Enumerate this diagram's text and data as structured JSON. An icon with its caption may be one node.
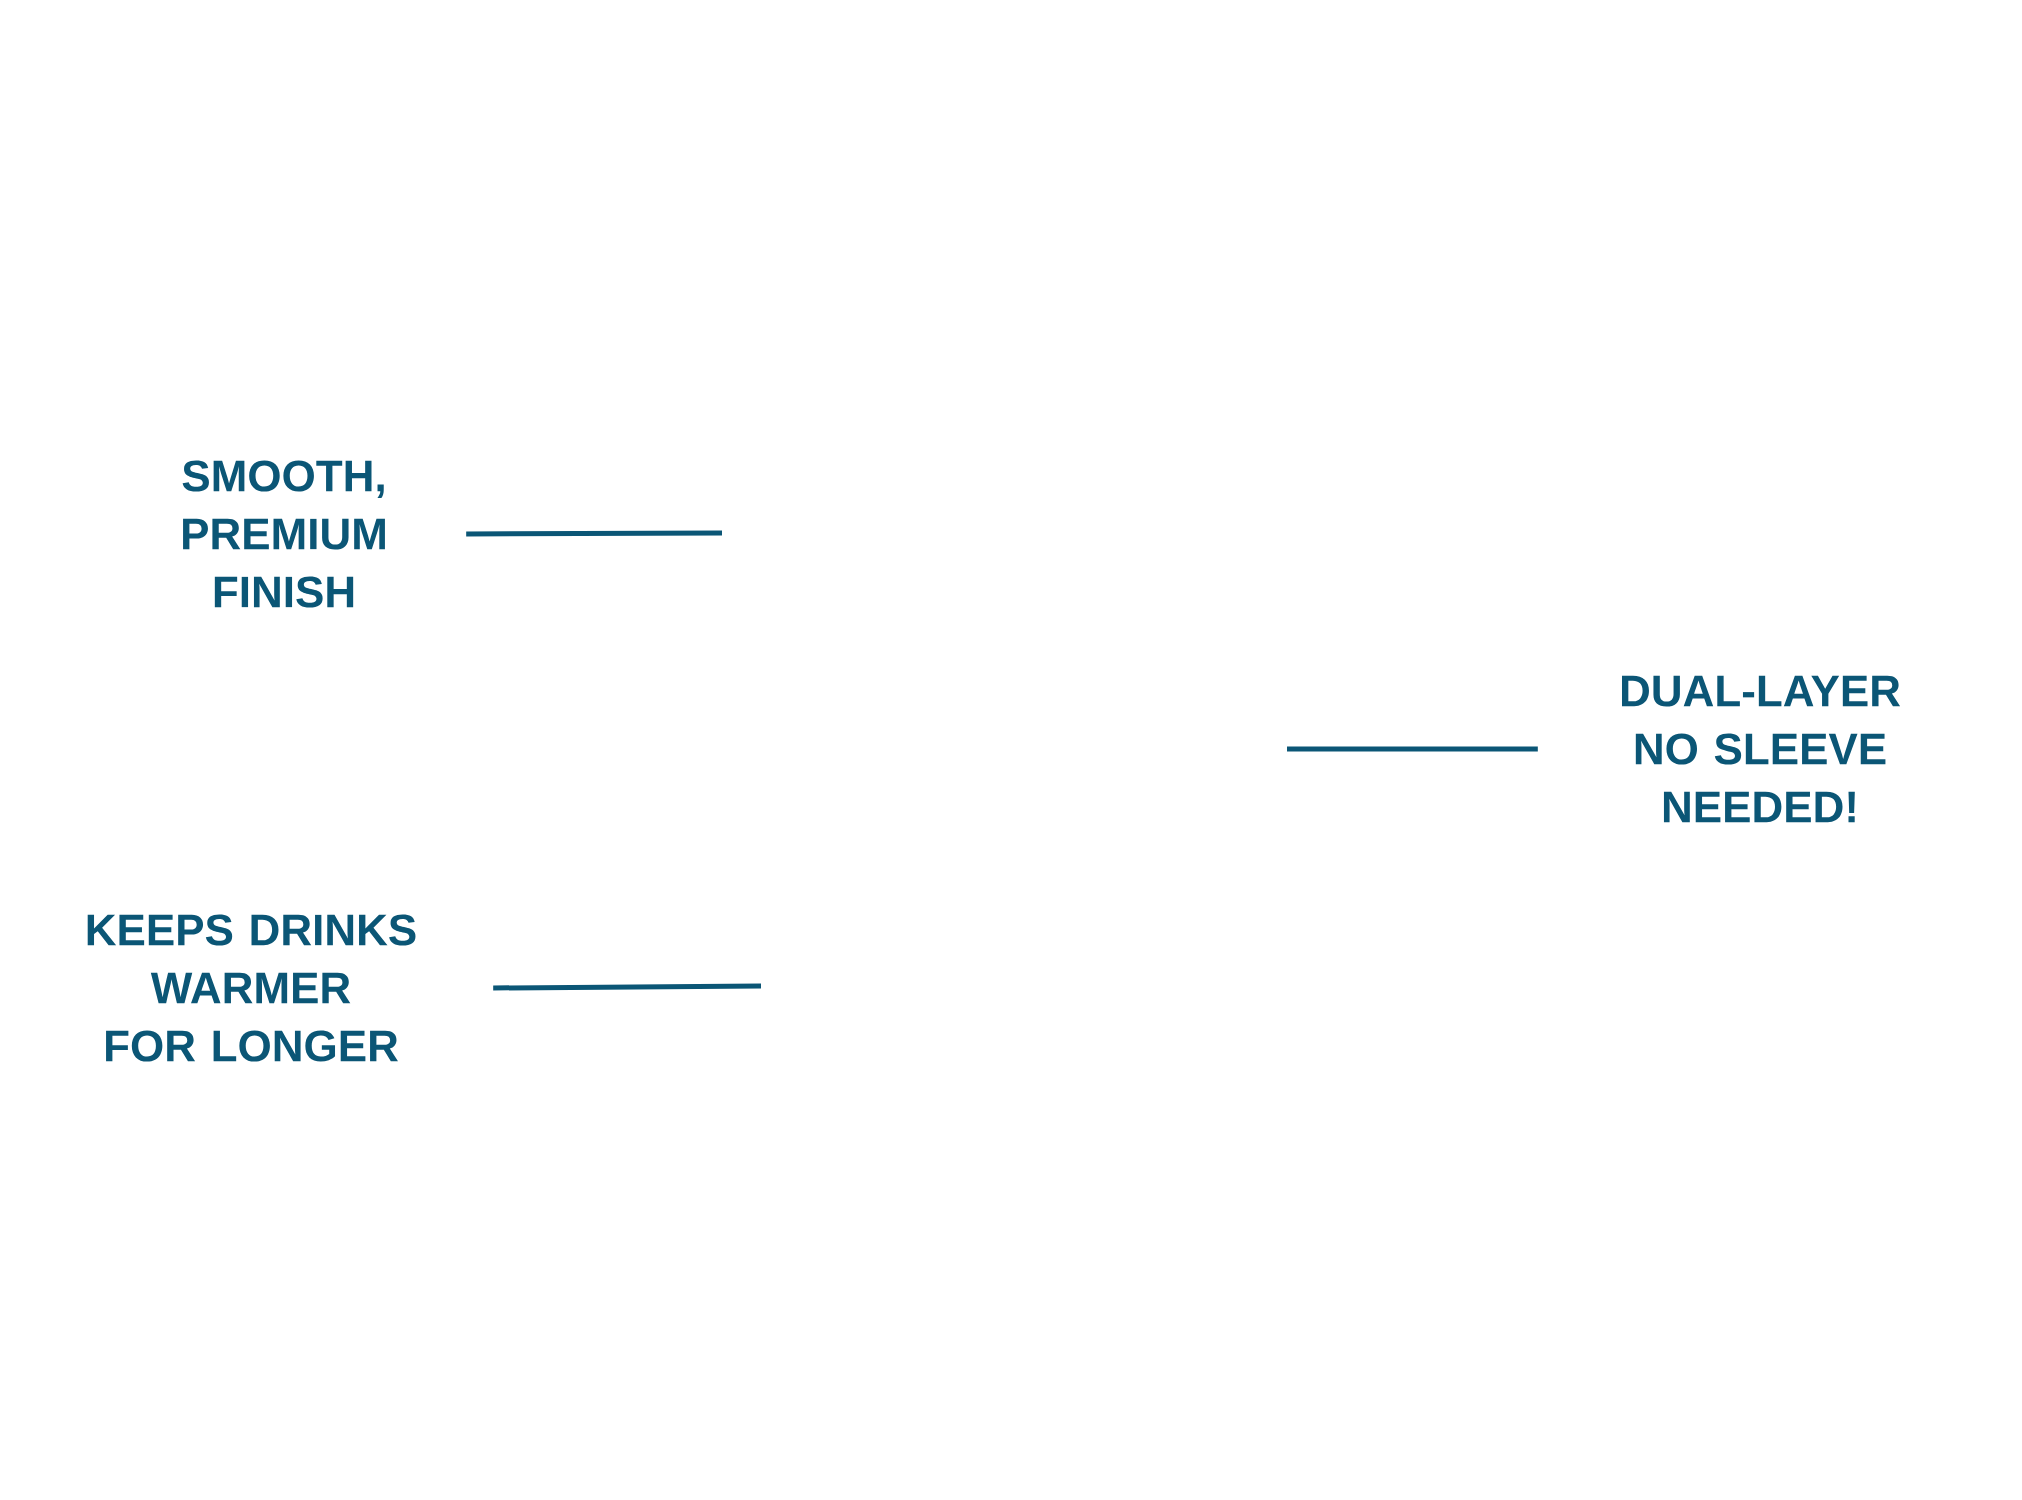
{
  "diagram": {
    "nodes": [
      {
        "text": [
          "SMOOTH, PREMIUM FINISH"
        ]
      },
      {
        "text": [
          "DUAL-LAYER NO SLEEVE NEEDED!"
        ]
      },
      {
        "text": [
          "KEEPS DRINKS WARMER FOR LONGER"
        ]
      }
    ],
    "edges": [
      {
        "from": 0,
        "to": null,
        "arrow": "none"
      },
      {
        "from": 1,
        "to": null,
        "arrow": "none"
      },
      {
        "from": 2,
        "to": null,
        "arrow": "none"
      }
    ]
  }
}
